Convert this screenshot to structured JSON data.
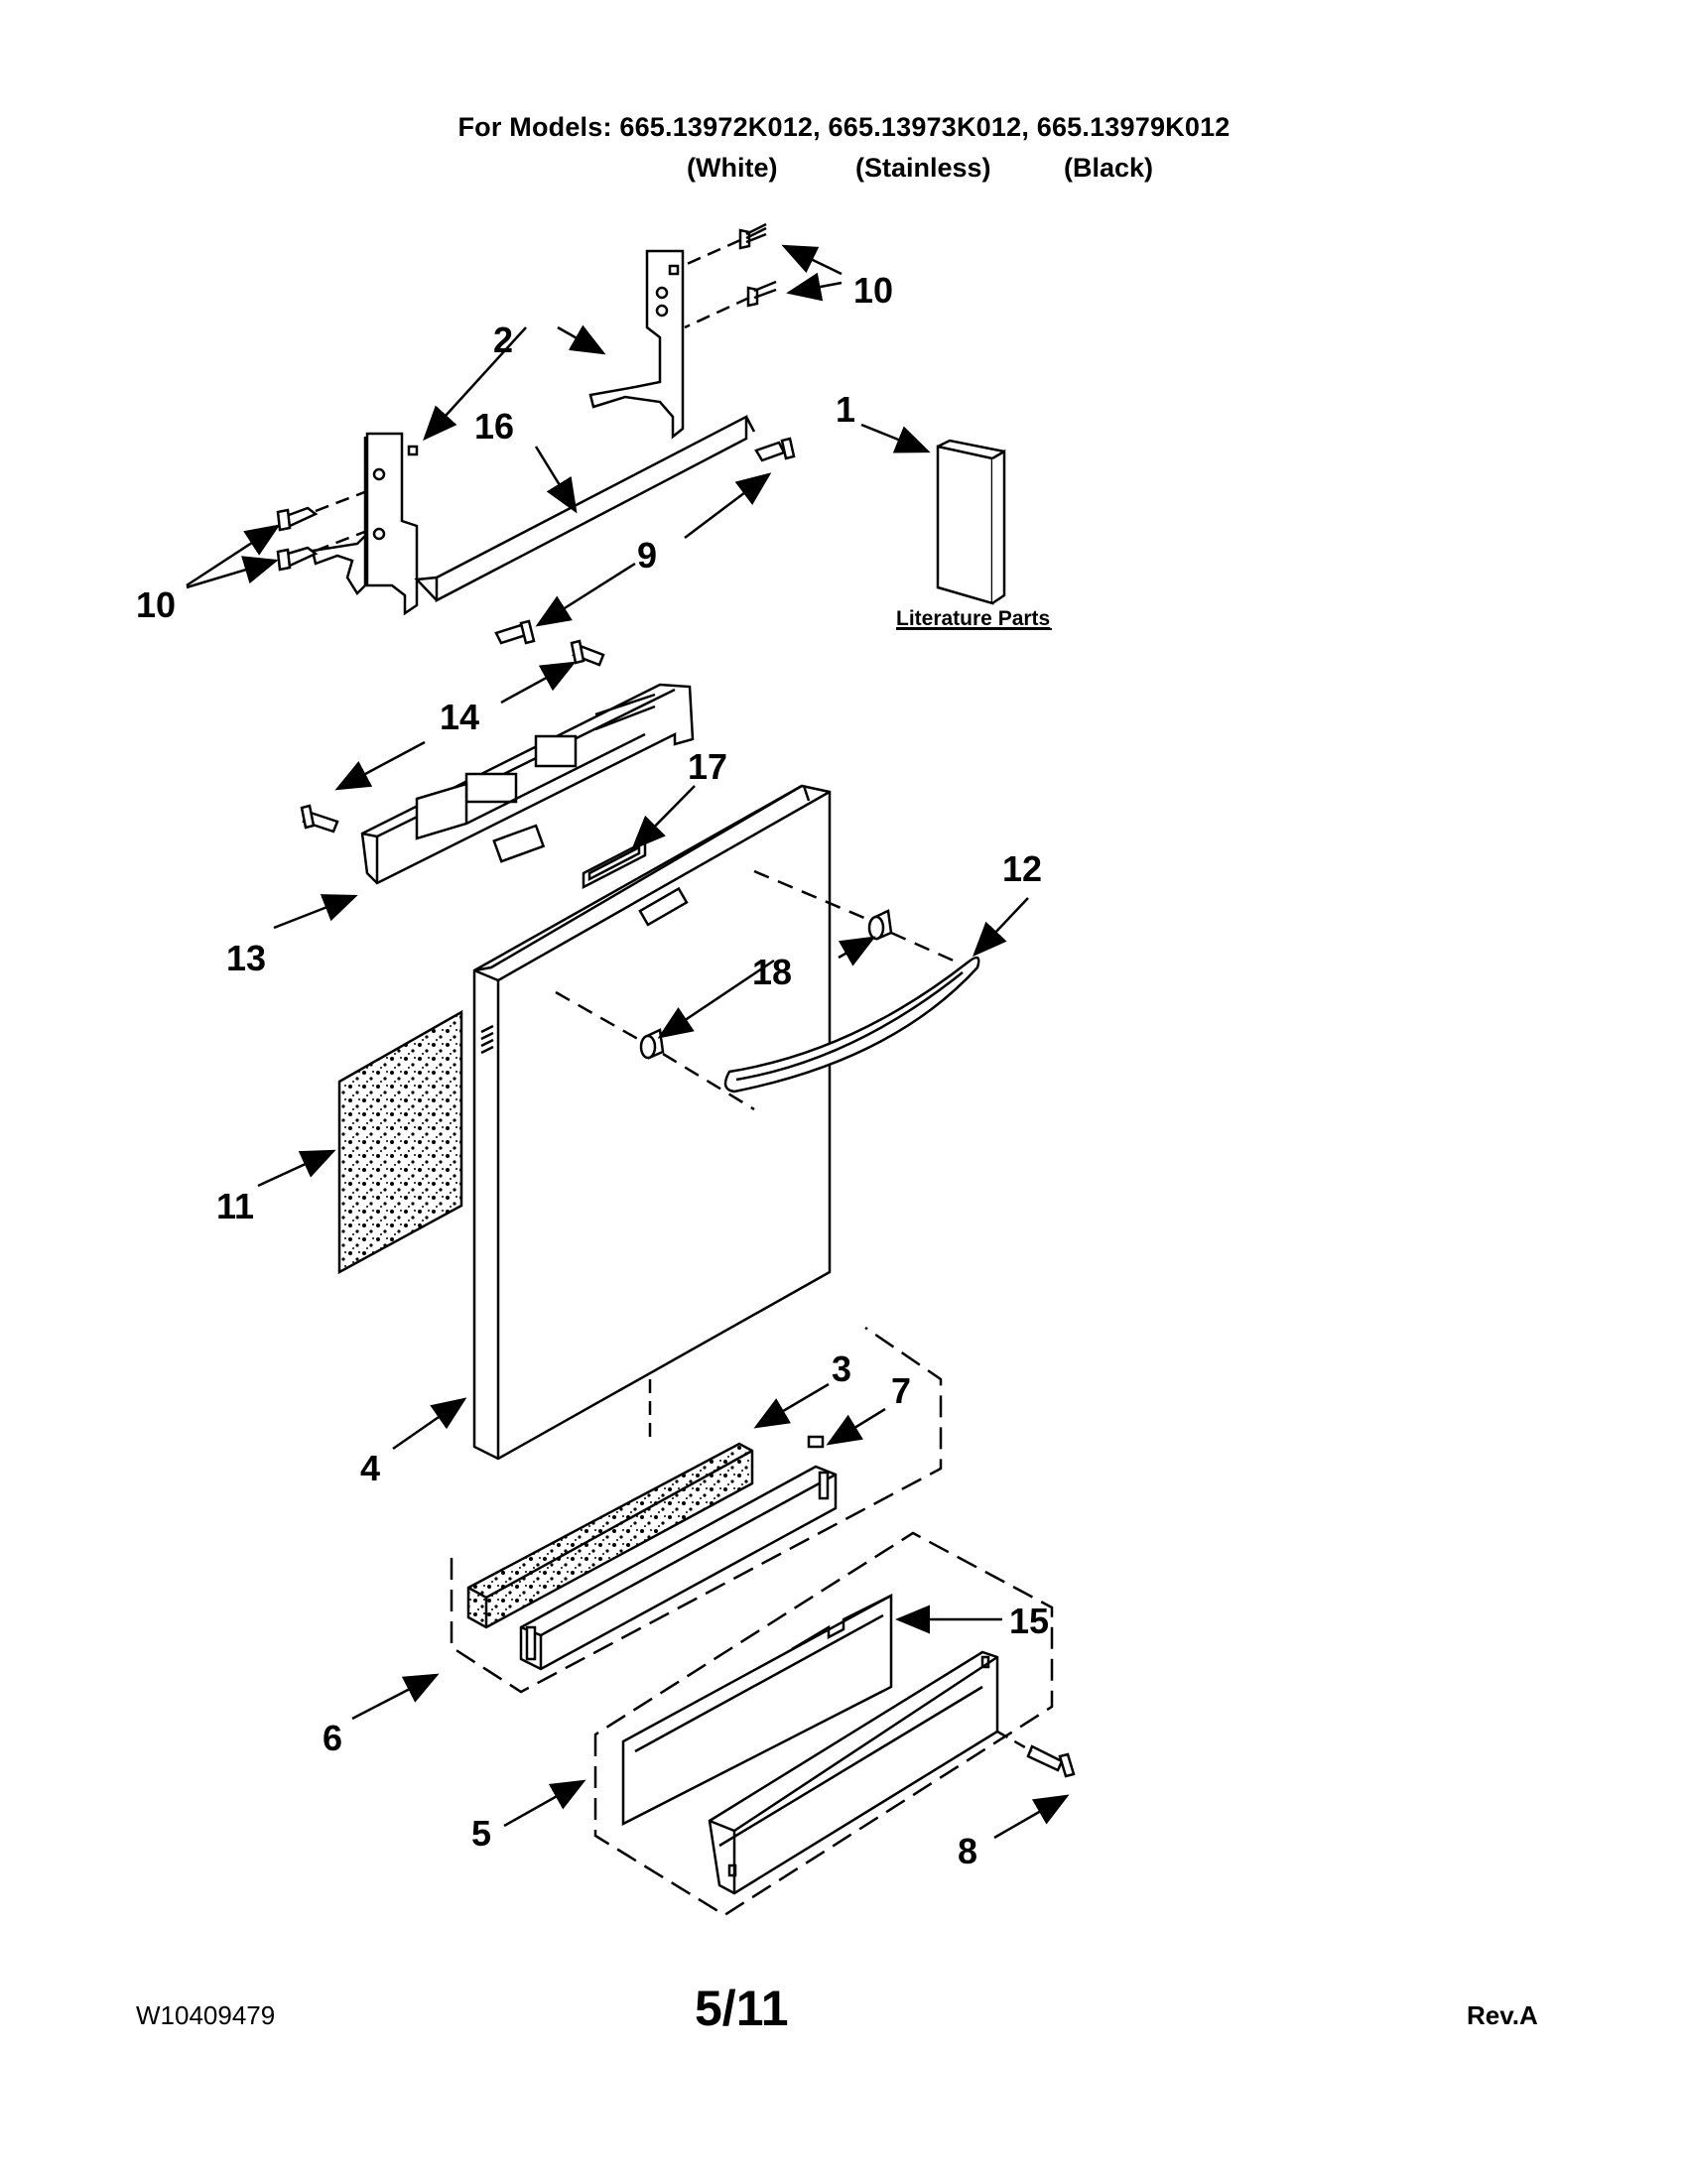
{
  "header": {
    "models_line": "For Models: 665.13972K012, 665.13973K012, 665.13979K012",
    "variants": [
      "(White)",
      "(Stainless)",
      "(Black)"
    ]
  },
  "literature_label": "Literature Parts",
  "callouts": {
    "c1": "1",
    "c2": "2",
    "c3": "3",
    "c4": "4",
    "c5": "5",
    "c6": "6",
    "c7": "7",
    "c8": "8",
    "c9": "9",
    "c10a": "10",
    "c10b": "10",
    "c11": "11",
    "c12": "12",
    "c13": "13",
    "c14": "14",
    "c15": "15",
    "c16": "16",
    "c17": "17",
    "c18": "18"
  },
  "footer": {
    "doc_number": "W10409479",
    "page": "5/11",
    "revision": "Rev.A"
  }
}
